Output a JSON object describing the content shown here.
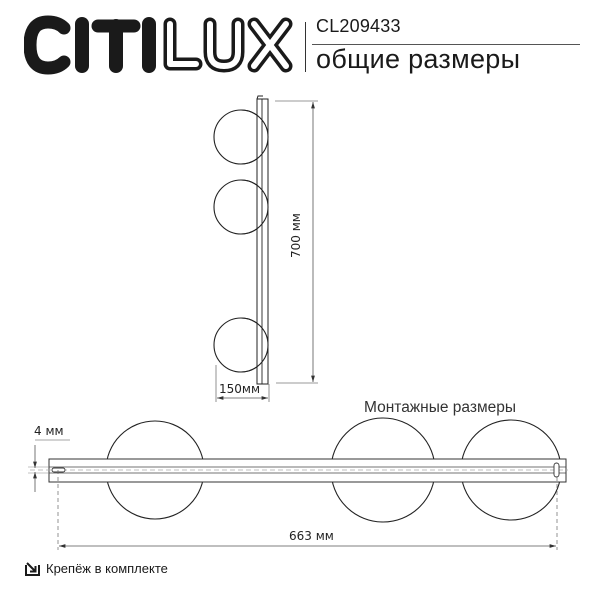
{
  "header": {
    "brand": "CITILUX",
    "model": "CL209433",
    "subtitle": "общие размеры"
  },
  "front_view": {
    "height_label": "700 мм",
    "depth_label": "150мм",
    "shade_count": 3
  },
  "mount_view": {
    "title": "Монтажные размеры",
    "thickness_label": "4 мм",
    "length_label": "663 мм"
  },
  "footer": {
    "kit_icon": "arrow-into-box-icon",
    "kit_label": "Крепёж в комплекте"
  },
  "colors": {
    "ink": "#1a1a1a",
    "line": "#333333",
    "dashed": "#999999"
  }
}
